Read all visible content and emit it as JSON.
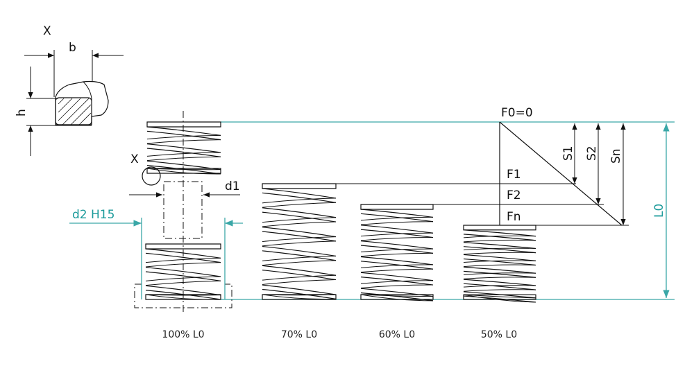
{
  "colors": {
    "line": "#111111",
    "accent": "#3aa7a7"
  },
  "labels": {
    "section_x": "X",
    "detail_x": "X",
    "b": "b",
    "h": "h",
    "d1": "d1",
    "d2": "d2 H15",
    "L0": "L0",
    "F0": "F0=0",
    "F1": "F1",
    "F2": "F2",
    "Fn": "Fn",
    "S1": "S1",
    "S2": "S2",
    "Sn": "Sn"
  },
  "springs": [
    {
      "caption": "100% L0"
    },
    {
      "caption": "70% L0"
    },
    {
      "caption": "60% L0"
    },
    {
      "caption": "50% L0"
    }
  ]
}
